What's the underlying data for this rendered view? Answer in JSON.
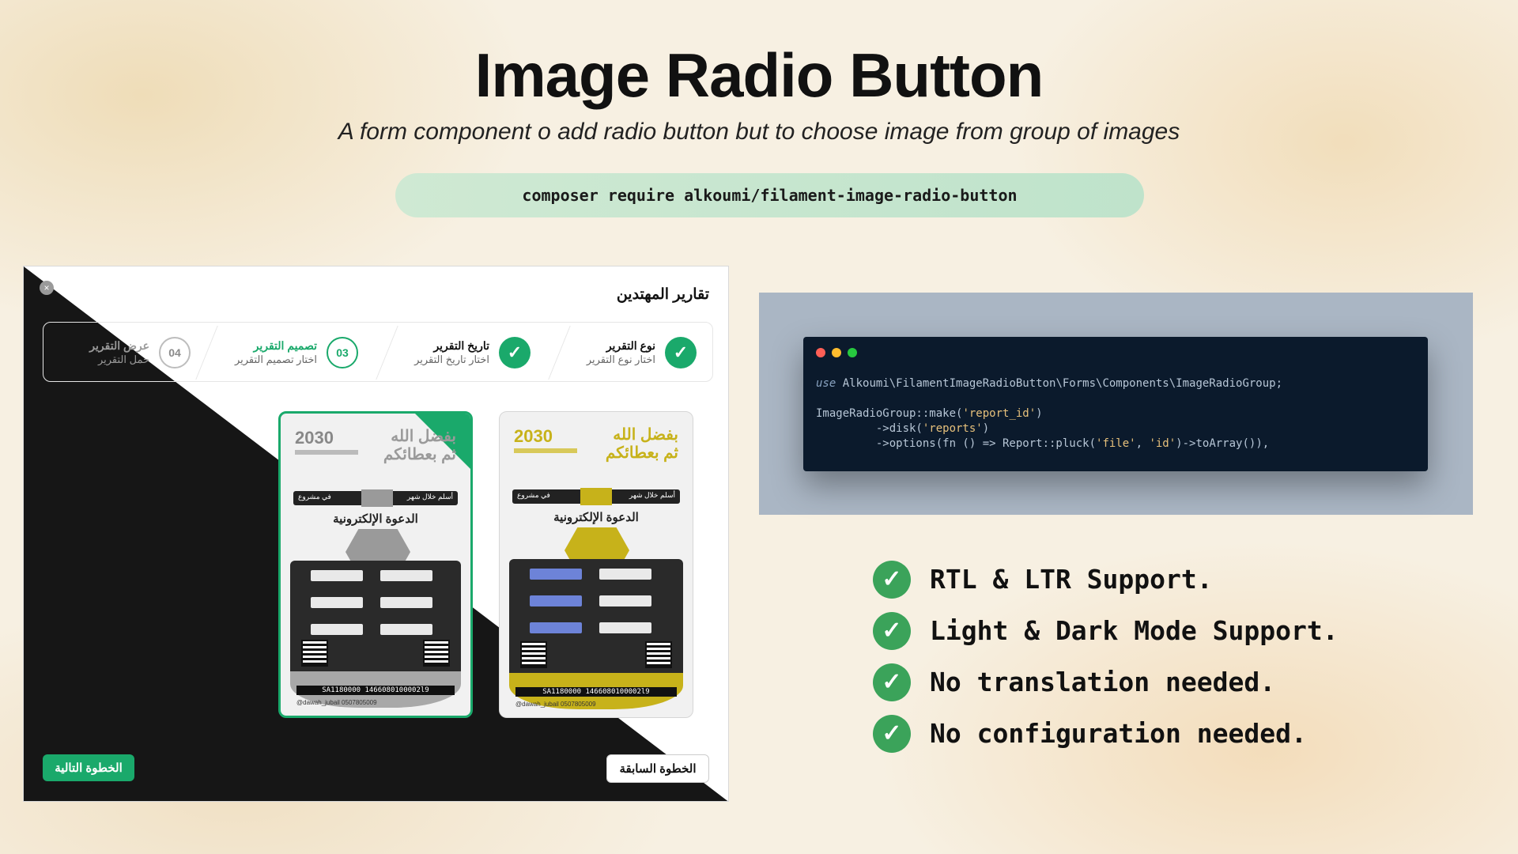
{
  "header": {
    "title": "Image Radio Button",
    "subtitle": "A form component o add radio button but to choose image from group of images",
    "install_command": "composer require alkoumi/filament-image-radio-button"
  },
  "demo": {
    "close_icon": "close-icon",
    "modal_title": "تقارير المهتدين",
    "steps": [
      {
        "number": "",
        "name": "نوع التقرير",
        "description": "اختار نوع التقرير",
        "state": "done"
      },
      {
        "number": "",
        "name": "تاريخ التقرير",
        "description": "اختار تاريخ التقرير",
        "state": "done"
      },
      {
        "number": "03",
        "name": "تصميم التقرير",
        "description": "اختار تصميم التقرير",
        "state": "current"
      },
      {
        "number": "04",
        "name": "عرض التقرير",
        "description": "حمل التقرير",
        "state": "todo"
      }
    ],
    "posters": [
      {
        "logo": "2030",
        "heading_line1": "بفضل الله",
        "heading_line2": "ثم بعطائكم",
        "band_left": "في مشروع",
        "band_right": "أسلم خلال شهر",
        "subtitle": "الدعوة الإلكترونية",
        "iban": "SA1180000 1466080100002l9",
        "contact": "@dawah_jubail  0507805009",
        "selected": true,
        "accent": "#9a9a9a"
      },
      {
        "logo": "2030",
        "heading_line1": "بفضل الله",
        "heading_line2": "ثم بعطائكم",
        "band_left": "في مشروع",
        "band_right": "أسلم خلال شهر",
        "subtitle": "الدعوة الإلكترونية",
        "iban": "SA1180000 1466080100002l9",
        "contact": "@dawah_jubail  0507805009",
        "selected": false,
        "accent": "#c7b21a"
      }
    ],
    "next_button": "الخطوة التالية",
    "prev_button": "الخطوة السابقة",
    "accent_color": "#1aa96b"
  },
  "code": {
    "line1_kw": "use",
    "line1_rest": " Alkoumi\\FilamentImageRadioButton\\Forms\\Components\\ImageRadioGroup;",
    "line3_a": "ImageRadioGroup::make(",
    "line3_str": "'report_id'",
    "line3_b": ")",
    "line4_a": "         ->disk(",
    "line4_str": "'reports'",
    "line4_b": ")",
    "line5_a": "         ->options(fn () => Report::pluck(",
    "line5_str1": "'file'",
    "line5_mid": ", ",
    "line5_str2": "'id'",
    "line5_b": ")->toArray()),"
  },
  "features": [
    {
      "icon": "check-circle-icon",
      "label": "RTL & LTR Support."
    },
    {
      "icon": "check-circle-icon",
      "label": "Light & Dark Mode Support."
    },
    {
      "icon": "check-circle-icon",
      "label": "No translation needed."
    },
    {
      "icon": "check-circle-icon",
      "label": "No configuration needed."
    }
  ]
}
